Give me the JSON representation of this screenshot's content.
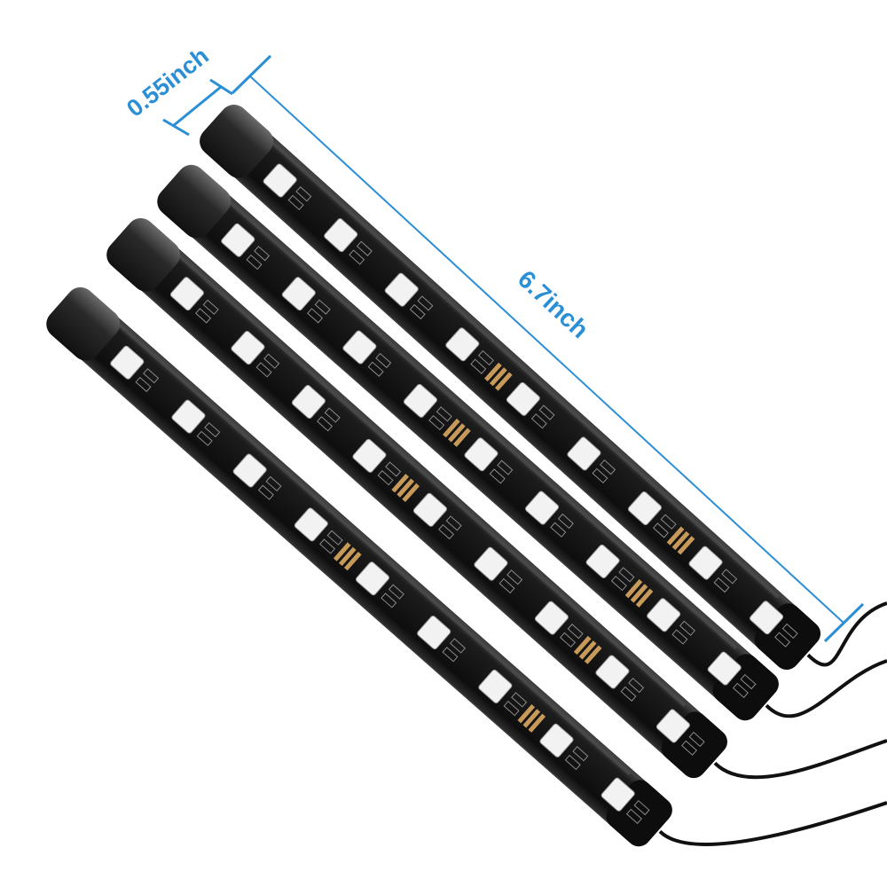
{
  "product": {
    "strip_count": 4,
    "leds_per_strip": 9,
    "colors": {
      "dimension_line": "#2b8fd6",
      "strip_body": "#141414",
      "strip_edge": "#3a3a3a",
      "led_face": "#f2f2f2",
      "resistor": "#c79a5a",
      "cable": "#111111",
      "background": "#ffffff"
    }
  },
  "dimensions": {
    "width_label": "0.55inch",
    "length_label": "6.7inch"
  }
}
